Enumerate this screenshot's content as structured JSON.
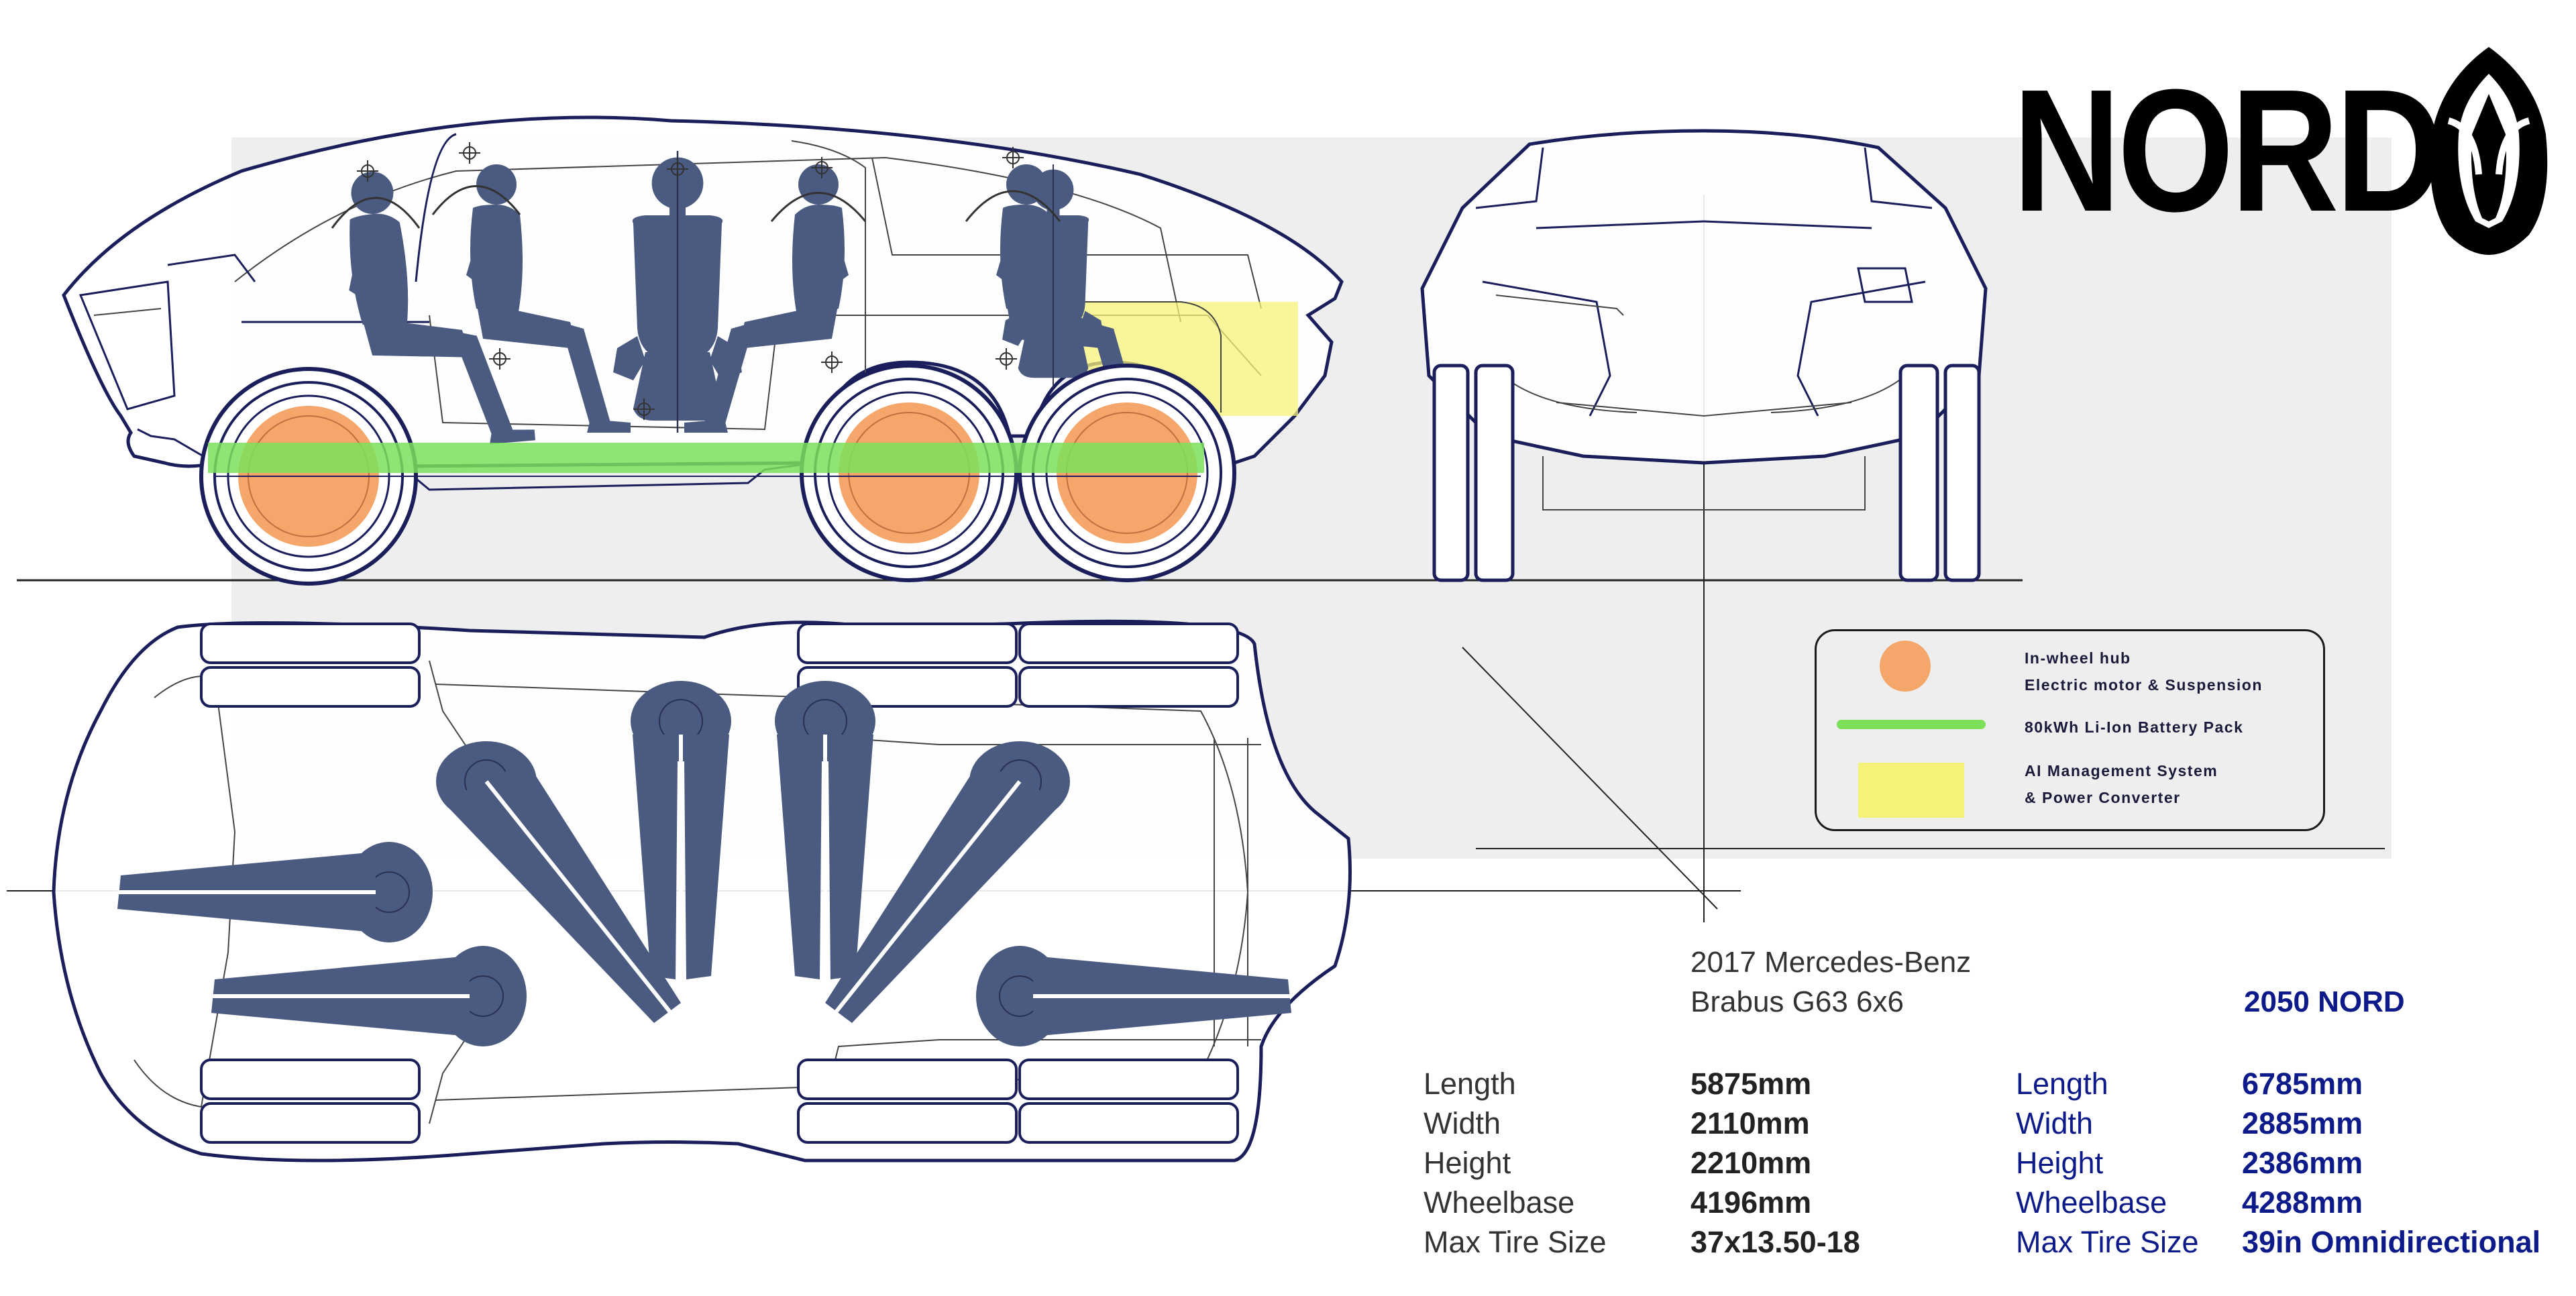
{
  "brand": {
    "logo_text": "NORD",
    "logo_icon": "nord-emblem-icon"
  },
  "legend": {
    "hub_line1": "In-wheel hub",
    "hub_line2": "Electric motor & Suspension",
    "battery": "80kWh Li-Ion Battery Pack",
    "ai_line1": "AI Management System",
    "ai_line2": "& Power Converter"
  },
  "colors": {
    "outline": "#1a1f5c",
    "figure": "#4a5a80",
    "hub": "#f5a66b",
    "battery": "#7be05a",
    "ai_unit": "#f5f27a",
    "panel": "#eeeeee",
    "nord_blue": "#0c1a8a"
  },
  "comparison": {
    "reference": {
      "title_line1": "2017 Mercedes-Benz",
      "title_line2": "Brabus G63 6x6",
      "specs": [
        {
          "label": "Length",
          "value": "5875mm"
        },
        {
          "label": "Width",
          "value": "2110mm"
        },
        {
          "label": "Height",
          "value": "2210mm"
        },
        {
          "label": "Wheelbase",
          "value": "4196mm"
        },
        {
          "label": "Max Tire Size",
          "value": "37x13.50-18"
        }
      ]
    },
    "nord": {
      "title": "2050 NORD",
      "specs": [
        {
          "label": "Length",
          "value": "6785mm"
        },
        {
          "label": "Width",
          "value": "2885mm"
        },
        {
          "label": "Height",
          "value": "2386mm"
        },
        {
          "label": "Wheelbase",
          "value": "4288mm"
        },
        {
          "label": "Max Tire Size",
          "value": "39in Omnidirectional"
        }
      ]
    }
  }
}
